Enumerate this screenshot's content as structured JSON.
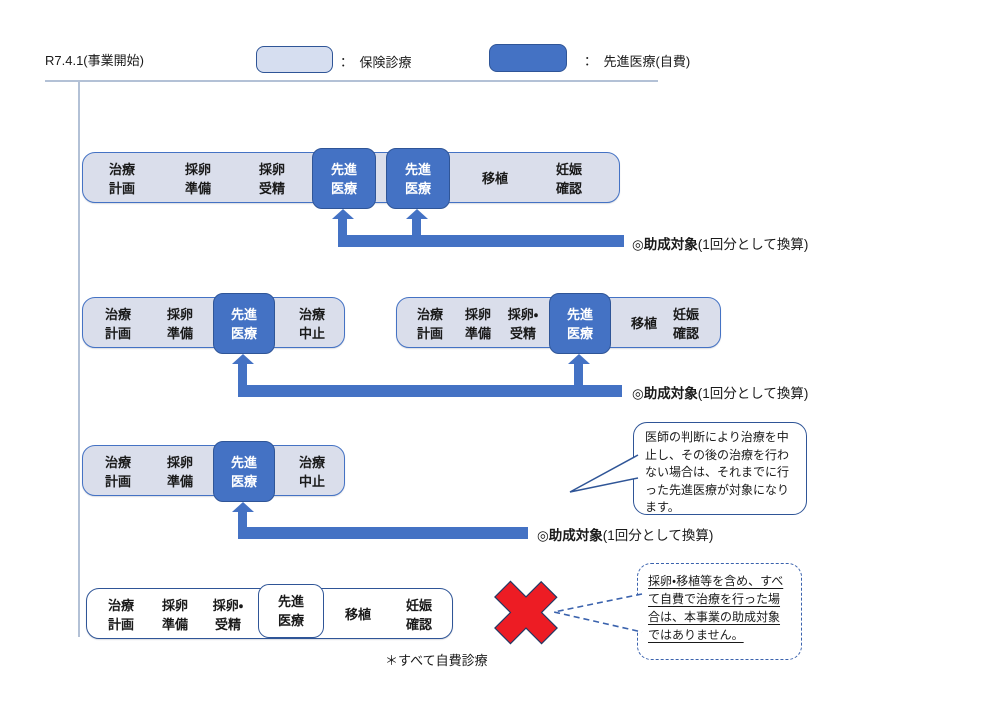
{
  "header": {
    "date_label": "R7.4.1(事業開始)",
    "legend": {
      "insurance": {
        "label": "：　保険診療",
        "swatch_color": "#d6def0"
      },
      "advanced": {
        "label": "：　先進医療(自費)",
        "swatch_color": "#4472c4"
      }
    }
  },
  "captions": {
    "subsidy": {
      "bold": "◎助成対象",
      "rest": "(1回分として換算)"
    }
  },
  "flows": {
    "row1": {
      "cells": [
        {
          "label": "治療\n計画"
        },
        {
          "label": "採卵\n準備"
        },
        {
          "label": "採卵\n受精"
        },
        {
          "label": "先進\n医療",
          "advanced": true
        },
        {
          "label": "先進\n医療",
          "advanced": true
        },
        {
          "label": "移植"
        },
        {
          "label": "妊娠\n確認"
        }
      ]
    },
    "row2_stop": {
      "cells": [
        {
          "label": "治療\n計画"
        },
        {
          "label": "採卵\n準備"
        },
        {
          "label": "先進\n医療",
          "advanced": true
        },
        {
          "label": "治療\n中止"
        }
      ]
    },
    "row2_full": {
      "cells": [
        {
          "label": "治療\n計画"
        },
        {
          "label": "採卵\n準備"
        },
        {
          "label": "採卵・\n受精"
        },
        {
          "label": "先進\n医療",
          "advanced": true
        },
        {
          "label": "移植"
        },
        {
          "label": "妊娠\n確認"
        }
      ]
    },
    "row3_stop": {
      "cells": [
        {
          "label": "治療\n計画"
        },
        {
          "label": "採卵\n準備"
        },
        {
          "label": "先進\n医療",
          "advanced": true
        },
        {
          "label": "治療\n中止"
        }
      ]
    },
    "row4_selfpay": {
      "cells": [
        {
          "label": "治療\n計画"
        },
        {
          "label": "採卵\n準備"
        },
        {
          "label": "採卵・\n受精"
        },
        {
          "label": "先進\n医療",
          "advanced_outline": true
        },
        {
          "label": "移植"
        },
        {
          "label": "妊娠\n確認"
        }
      ]
    }
  },
  "callouts": {
    "doctor_note": {
      "text": "医師の判断により治療を中\n止し、その後の治療を行わ\nない場合は、それまでに行\nった先進医療が対象になり\nます。"
    },
    "self_pay_note": {
      "text": "採卵・移植等を含め、すべ\nて自費で治療を行った場\n合は、本事業の助成対象\nではありません。"
    }
  },
  "notes": {
    "all_self_pay": "＊すべて自費診療"
  },
  "icons": {
    "rejected_mark": "red-x-cross"
  },
  "colors": {
    "accent": "#4472c4",
    "accent-border": "#2f5597",
    "container-fill": "#dadeeb",
    "legend-light": "#d6def0",
    "line": "#b3c1d6",
    "red": "#ed1c24"
  }
}
